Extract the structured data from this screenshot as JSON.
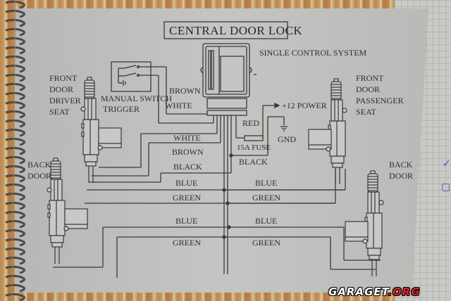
{
  "title": "CENTRAL DOOR LOCK",
  "subtitle": "SINGLE CONTROL SYSTEM",
  "components": {
    "front_driver": "FRONT\nDOOR\nDRIVER\nSEAT",
    "front_driver_lines": [
      "FRONT",
      "DOOR",
      "DRIVER",
      "SEAT"
    ],
    "front_passenger_lines": [
      "FRONT",
      "DOOR",
      "PASSENGER",
      "SEAT"
    ],
    "back_left_lines": [
      "BACK",
      "DOOR"
    ],
    "back_right_lines": [
      "BACK",
      "DOOR"
    ],
    "manual_switch": "MANUAL SWITCH",
    "trigger": "TRIGGER",
    "power": "+12 POWER",
    "ground": "GND",
    "fuse": "15A FUSE"
  },
  "wires": {
    "brown_top": "BROWN",
    "white_top": "WHITE",
    "red": "RED",
    "white": "WHITE",
    "brown": "BROWN",
    "black_left": "BLACK",
    "black_right": "BLACK",
    "blue_left_upper": "BLUE",
    "blue_right_upper": "BLUE",
    "green_left_upper": "GREEN",
    "green_right_upper": "GREEN",
    "blue_left_lower": "BLUE",
    "blue_right_lower": "BLUE",
    "green_left_lower": "GREEN",
    "green_right_lower": "GREEN"
  },
  "watermark": {
    "main": "GARAGET",
    "suffix": ".ORG"
  },
  "colors": {
    "paper": "#c1c1bf",
    "ink": "#2f2f2f",
    "watermark_accent": "#d8262a"
  }
}
